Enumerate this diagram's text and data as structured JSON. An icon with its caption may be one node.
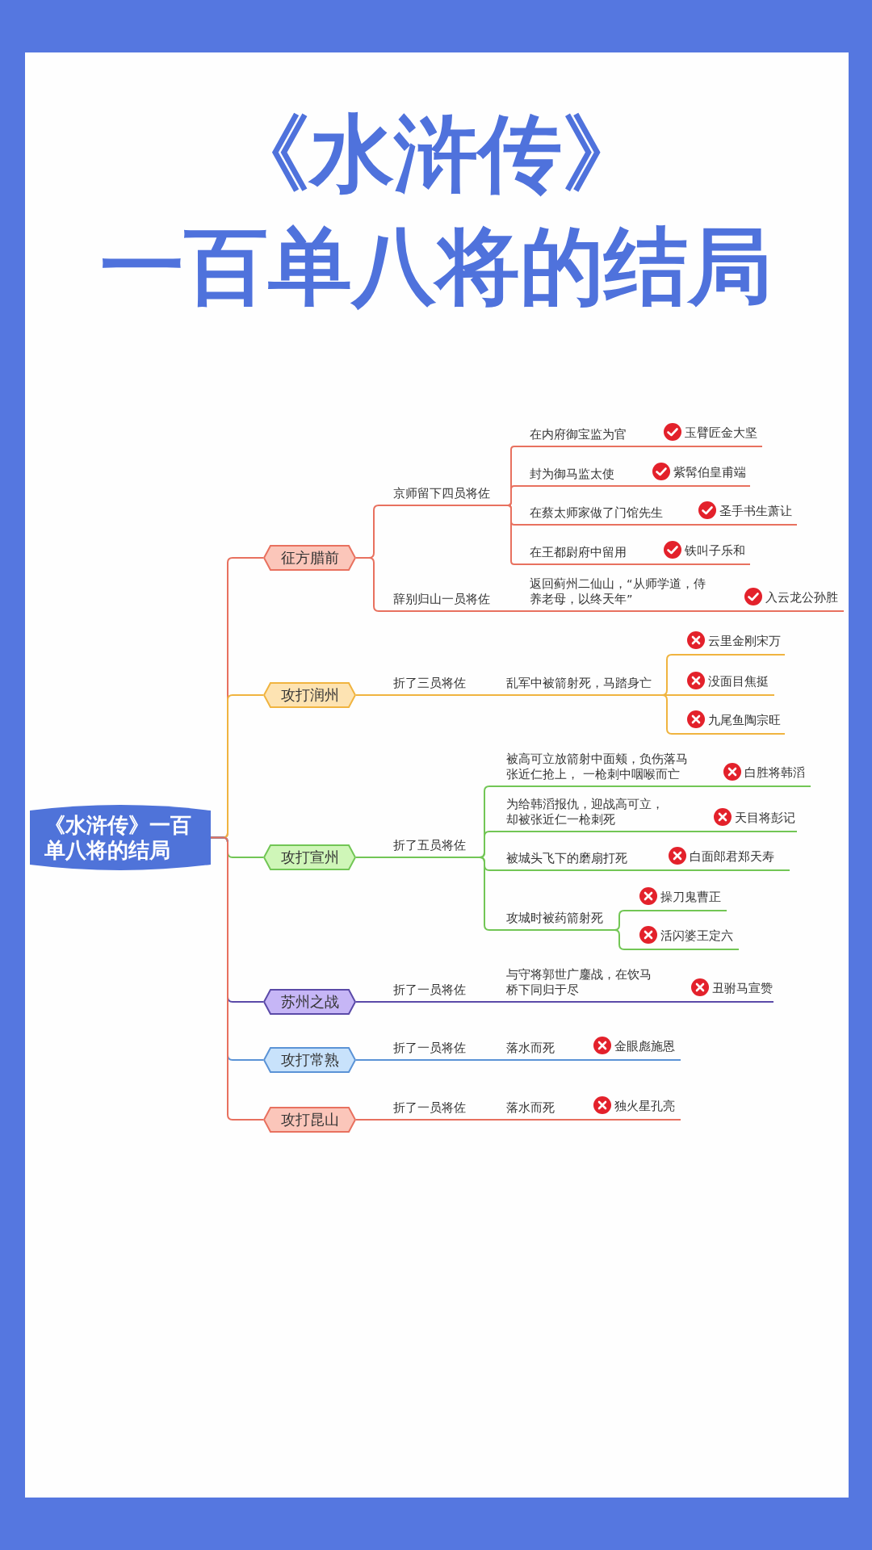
{
  "diagram": {
    "title": "《水浒传》一百单八将的结局",
    "nodes": [
      {
        "text": [
          "《水浒传》一百单八将的结局"
        ]
      },
      {
        "text": [
          "征方腊前"
        ]
      },
      {
        "text": [
          "京师留下四员将佐"
        ]
      },
      {
        "text": [
          "在内府御宝监为官"
        ]
      },
      {
        "text": [
          "玉臂匠金大坚"
        ]
      },
      {
        "text": [
          "封为御马监太使"
        ]
      },
      {
        "text": [
          "紫髯伯皇甫端"
        ]
      },
      {
        "text": [
          "在蔡太师家做了门馆先生"
        ]
      },
      {
        "text": [
          "圣手书生萧让"
        ]
      },
      {
        "text": [
          "在王都尉府中留用"
        ]
      },
      {
        "text": [
          "铁叫子乐和"
        ]
      },
      {
        "text": [
          "辞别归山一员将佐"
        ]
      },
      {
        "text": [
          "返回蓟州二仙山，“从师学道，侍养老母，以终天年”"
        ]
      },
      {
        "text": [
          "入云龙公孙胜"
        ]
      },
      {
        "text": [
          "攻打润州"
        ]
      },
      {
        "text": [
          "折了三员将佐"
        ]
      },
      {
        "text": [
          "乱军中被箭射死，马踏身亡"
        ]
      },
      {
        "text": [
          "云里金刚宋万"
        ]
      },
      {
        "text": [
          "没面目焦挺"
        ]
      },
      {
        "text": [
          "九尾鱼陶宗旺"
        ]
      },
      {
        "text": [
          "攻打宣州"
        ]
      },
      {
        "text": [
          "折了五员将佐"
        ]
      },
      {
        "text": [
          "被高可立放箭射中面颊，负伤落马张近仁抢上， 一枪刺中咽喉而亡"
        ]
      },
      {
        "text": [
          "白胜将韩滔"
        ]
      },
      {
        "text": [
          "为给韩滔报仇，迎战高可立，却被张近仁一枪刺死"
        ]
      },
      {
        "text": [
          "天目将彭记"
        ]
      },
      {
        "text": [
          "被城头飞下的磨扇打死"
        ]
      },
      {
        "text": [
          "白面郎君郑天寿"
        ]
      },
      {
        "text": [
          "攻城时被药箭射死"
        ]
      },
      {
        "text": [
          "操刀鬼曹正"
        ]
      },
      {
        "text": [
          "活闪婆王定六"
        ]
      },
      {
        "text": [
          "苏州之战"
        ]
      },
      {
        "text": [
          "折了一员将佐"
        ]
      },
      {
        "text": [
          "与守将郭世广鏖战，在饮马桥下同归于尽"
        ]
      },
      {
        "text": [
          "丑驸马宣赞"
        ]
      },
      {
        "text": [
          "攻打常熟"
        ]
      },
      {
        "text": [
          "折了一员将佐"
        ]
      },
      {
        "text": [
          "落水而死"
        ]
      },
      {
        "text": [
          "金眼彪施恩"
        ]
      },
      {
        "text": [
          "攻打昆山"
        ]
      },
      {
        "text": [
          "折了一员将佐"
        ]
      },
      {
        "text": [
          "落水而死"
        ]
      },
      {
        "text": [
          "独火星孔亮"
        ]
      }
    ],
    "edges": [
      {
        "from": 0,
        "to": 1,
        "arrow": "none"
      },
      {
        "from": 0,
        "to": 14,
        "arrow": "none",
        "color": "#f0b440"
      },
      {
        "from": 0,
        "to": 20,
        "arrow": "none",
        "color": "#72c655"
      },
      {
        "from": 0,
        "to": 31,
        "arrow": "none",
        "color": "#5b4aa8"
      },
      {
        "from": 0,
        "to": 35,
        "arrow": "none",
        "color": "#5b93d6"
      },
      {
        "from": 0,
        "to": 39,
        "arrow": "none"
      },
      {
        "from": 1,
        "to": 2,
        "arrow": "none"
      },
      {
        "from": 1,
        "to": 11,
        "arrow": "none"
      },
      {
        "from": 2,
        "to": 3,
        "arrow": "none"
      },
      {
        "from": 2,
        "to": 5,
        "arrow": "none"
      },
      {
        "from": 2,
        "to": 7,
        "arrow": "none"
      },
      {
        "from": 2,
        "to": 9,
        "arrow": "none"
      },
      {
        "from": 3,
        "to": 4,
        "arrow": "none"
      },
      {
        "from": 5,
        "to": 6,
        "arrow": "none"
      },
      {
        "from": 7,
        "to": 8,
        "arrow": "none"
      },
      {
        "from": 9,
        "to": 10,
        "arrow": "none"
      },
      {
        "from": 11,
        "to": 12,
        "arrow": "none"
      },
      {
        "from": 12,
        "to": 13,
        "arrow": "none"
      },
      {
        "from": 14,
        "to": 15,
        "arrow": "none",
        "color": "#f0b440"
      },
      {
        "from": 15,
        "to": 16,
        "arrow": "none",
        "color": "#f0b440"
      },
      {
        "from": 16,
        "to": 17,
        "arrow": "none",
        "color": "#f0b440"
      },
      {
        "from": 16,
        "to": 18,
        "arrow": "none",
        "color": "#f0b440"
      },
      {
        "from": 16,
        "to": 19,
        "arrow": "none",
        "color": "#f0b440"
      },
      {
        "from": 20,
        "to": 21,
        "arrow": "none",
        "color": "#72c655"
      },
      {
        "from": 21,
        "to": 22,
        "arrow": "none",
        "color": "#72c655"
      },
      {
        "from": 21,
        "to": 24,
        "arrow": "none",
        "color": "#72c655"
      },
      {
        "from": 21,
        "to": 26,
        "arrow": "none",
        "color": "#72c655"
      },
      {
        "from": 21,
        "to": 28,
        "arrow": "none",
        "color": "#72c655"
      },
      {
        "from": 22,
        "to": 23,
        "arrow": "none",
        "color": "#72c655"
      },
      {
        "from": 24,
        "to": 25,
        "arrow": "none",
        "color": "#72c655"
      },
      {
        "from": 26,
        "to": 27,
        "arrow": "none",
        "color": "#72c655"
      },
      {
        "from": 28,
        "to": 29,
        "arrow": "none",
        "color": "#72c655"
      },
      {
        "from": 28,
        "to": 30,
        "arrow": "none",
        "color": "#72c655"
      },
      {
        "from": 31,
        "to": 32,
        "arrow": "none",
        "color": "#5b4aa8"
      },
      {
        "from": 32,
        "to": 33,
        "arrow": "none",
        "color": "#5b4aa8"
      },
      {
        "from": 33,
        "to": 34,
        "arrow": "none",
        "color": "#5b4aa8"
      },
      {
        "from": 35,
        "to": 36,
        "arrow": "none",
        "color": "#5b93d6"
      },
      {
        "from": 36,
        "to": 37,
        "arrow": "none",
        "color": "#5b93d6"
      },
      {
        "from": 37,
        "to": 38,
        "arrow": "none",
        "color": "#5b93d6"
      },
      {
        "from": 39,
        "to": 40,
        "arrow": "none"
      },
      {
        "from": 40,
        "to": 41,
        "arrow": "none"
      },
      {
        "from": 41,
        "to": 42,
        "arrow": "none"
      }
    ]
  }
}
